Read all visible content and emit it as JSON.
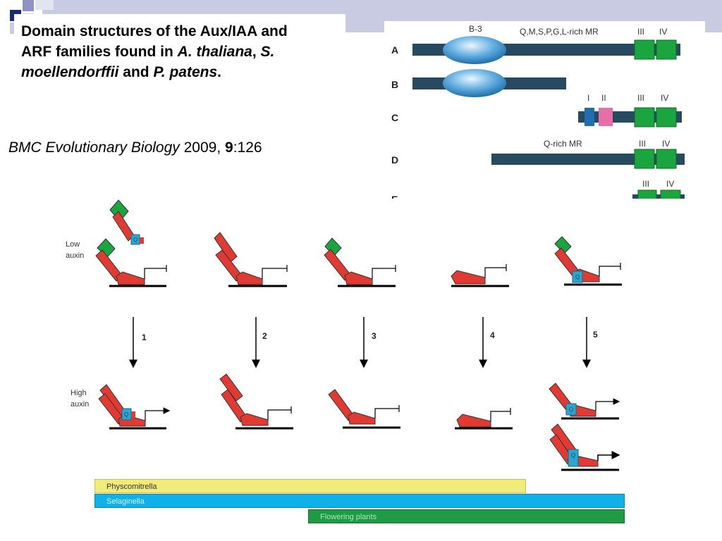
{
  "title": {
    "part1": "Domain structures of the Aux/IAA and ARF families found in ",
    "species1": "A. thaliana",
    "sep1": ", ",
    "species2": "S. moellendorffii",
    "sep2": " and ",
    "species3": "P. patens",
    "end": "."
  },
  "citation": {
    "journal": "BMC Evolutionary Biology",
    "year": " 2009, ",
    "volume": "9",
    "article": ":126"
  },
  "domain_panel": {
    "rows": [
      "A",
      "B",
      "C",
      "D",
      "E"
    ],
    "labels": {
      "b3": "B-3",
      "qmspgl": "Q,M,S,P,G,L-rich MR",
      "qrich": "Q-rich MR",
      "i": "I",
      "ii": "II",
      "iii": "III",
      "iv": "IV"
    }
  },
  "model": {
    "low_auxin": [
      "Low",
      "auxin"
    ],
    "high_auxin": [
      "High",
      "auxin"
    ],
    "steps": [
      "1",
      "2",
      "3",
      "4",
      "5"
    ],
    "q_label": "Q"
  },
  "lineages": [
    {
      "name": "Physcomitrella",
      "color": "#f2eb7a"
    },
    {
      "name": "Selaginella",
      "color": "#0fb1e8"
    },
    {
      "name": "Flowering plants",
      "color": "#1f9a45"
    }
  ],
  "colors": {
    "bar": "#274a61",
    "domain_green": "#1aa53f",
    "domain_blue": "#1f6fb0",
    "domain_pink": "#e66fa8",
    "protein_red": "#e03a33",
    "accent_blue": "#2aa6cf",
    "slide_band": "#c9cbe3",
    "slide_square": "#1b2a78"
  }
}
